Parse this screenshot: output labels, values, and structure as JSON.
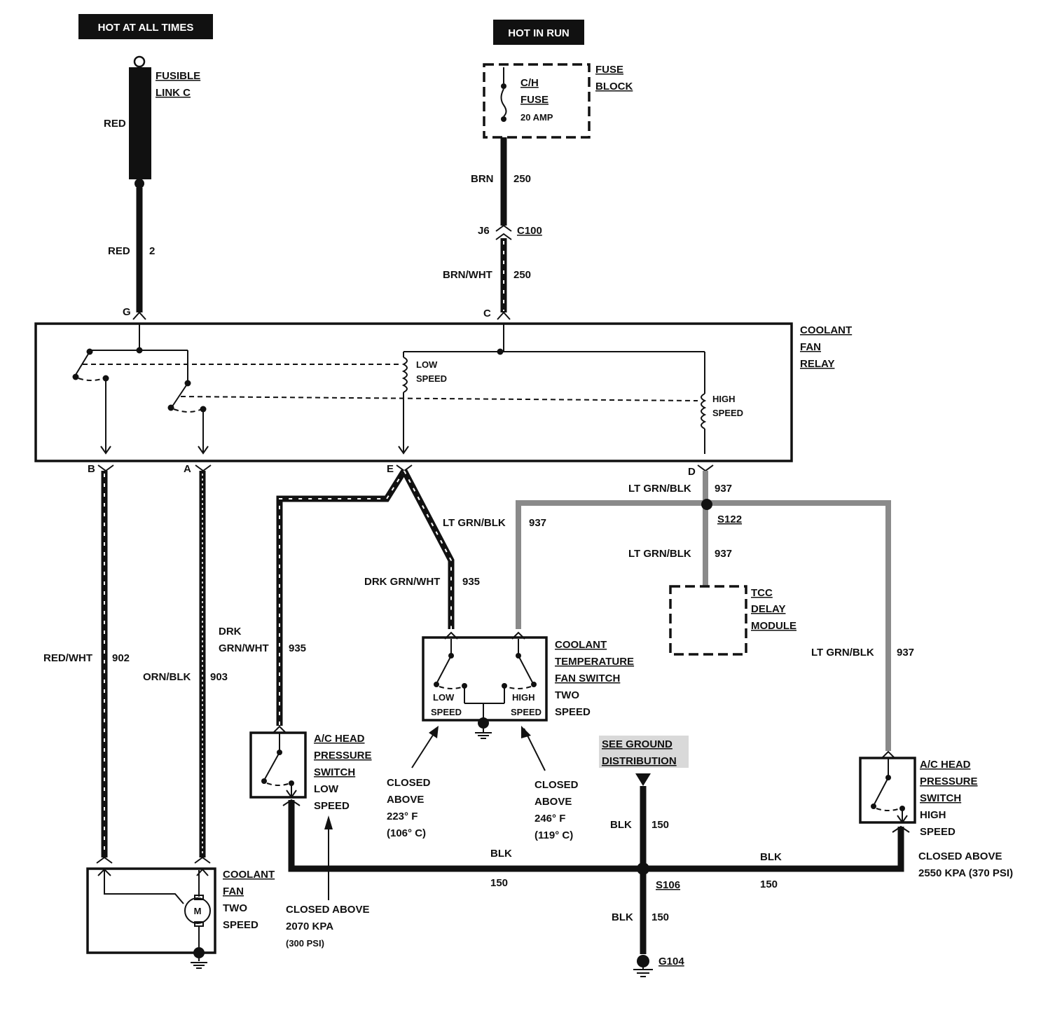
{
  "headers": {
    "hot_at_all_times": "HOT AT ALL TIMES",
    "hot_in_run": "HOT IN RUN"
  },
  "fusible_link": {
    "line1": "FUSIBLE",
    "line2": "LINK C",
    "wire_color": "RED"
  },
  "fuse_block": {
    "title1": "FUSE",
    "title2": "BLOCK",
    "fuse1": "C/H",
    "fuse2": "FUSE",
    "rating": "20 AMP"
  },
  "wires": {
    "red_2": {
      "color": "RED",
      "circuit": "2"
    },
    "brn_250": {
      "color": "BRN",
      "circuit": "250"
    },
    "brn_wht_250": {
      "color": "BRN/WHT",
      "circuit": "250"
    },
    "red_wht_902": {
      "color": "RED/WHT",
      "circuit": "902"
    },
    "orn_blk_903": {
      "color": "ORN/BLK",
      "circuit": "903"
    },
    "drk_grn_wht_935_left": {
      "color1": "DRK",
      "color2": "GRN/WHT",
      "circuit": "935"
    },
    "lt_grn_blk_937_e": {
      "color": "LT GRN/BLK",
      "circuit": "937"
    },
    "drk_grn_wht_935": {
      "color": "DRK GRN/WHT",
      "circuit": "935"
    },
    "lt_grn_blk_937_d": {
      "color": "LT GRN/BLK",
      "circuit": "937"
    },
    "lt_grn_blk_937_tcc": {
      "color": "LT GRN/BLK",
      "circuit": "937"
    },
    "lt_grn_blk_937_right": {
      "color": "LT GRN/BLK",
      "circuit": "937"
    },
    "blk_150_top": {
      "color": "BLK",
      "circuit": "150"
    },
    "blk_150_left": {
      "color": "BLK",
      "circuit": "150"
    },
    "blk_150_right": {
      "color": "BLK",
      "circuit": "150"
    },
    "blk_150_bottom": {
      "color": "BLK",
      "circuit": "150"
    }
  },
  "connectors": {
    "j6": "J6",
    "c100": "C100",
    "s122": "S122",
    "s106": "S106",
    "g104": "G104"
  },
  "relay_pins": {
    "g": "G",
    "c": "C",
    "b": "B",
    "a": "A",
    "e": "E",
    "d": "D"
  },
  "coolant_fan_relay": {
    "title1": "COOLANT",
    "title2": "FAN",
    "title3": "RELAY",
    "low1": "LOW",
    "low2": "SPEED",
    "high1": "HIGH",
    "high2": "SPEED"
  },
  "tcc_delay_module": {
    "line1": "TCC",
    "line2": "DELAY",
    "line3": "MODULE"
  },
  "coolant_temp_switch": {
    "line1": "COOLANT",
    "line2": "TEMPERATURE",
    "line3": "FAN SWITCH",
    "line4": "TWO",
    "line5": "SPEED",
    "low1": "LOW",
    "low2": "SPEED",
    "high1": "HIGH",
    "high2": "SPEED"
  },
  "closed_223": {
    "line1": "CLOSED",
    "line2": "ABOVE",
    "line3": "223° F",
    "line4": "(106° C)"
  },
  "closed_246": {
    "line1": "CLOSED",
    "line2": "ABOVE",
    "line3": "246° F",
    "line4": "(119° C)"
  },
  "ac_low_switch": {
    "line1": "A/C HEAD",
    "line2": "PRESSURE",
    "line3": "SWITCH",
    "line4": "LOW",
    "line5": "SPEED",
    "closed1": "CLOSED ABOVE",
    "closed2": "2070 KPA",
    "closed3": "(300 PSI)"
  },
  "ac_high_switch": {
    "line1": "A/C HEAD",
    "line2": "PRESSURE",
    "line3": "SWITCH",
    "line4": "HIGH",
    "line5": "SPEED",
    "closed1": "CLOSED ABOVE",
    "closed2": "2550 KPA (370 PSI)"
  },
  "ground_distribution": {
    "line1": "SEE GROUND",
    "line2": "DISTRIBUTION"
  },
  "coolant_fan": {
    "line1": "COOLANT",
    "line2": "FAN",
    "line3": "TWO",
    "line4": "SPEED",
    "motor": "M"
  }
}
